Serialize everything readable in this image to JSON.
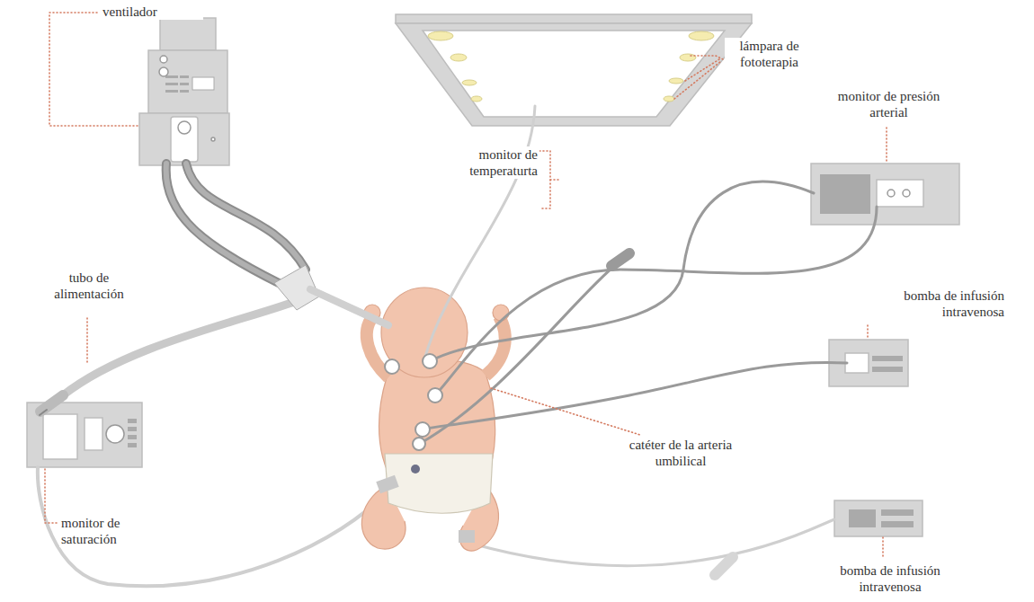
{
  "diagram": {
    "labels": [
      "ventilador",
      "lámpara de fototerapia",
      "monitor de presión arterial",
      "monitor de temperaturta",
      "tubo de alimentación",
      "bomba de infusión intravenosa",
      "catéter de la arteria umbilical",
      "monitor de saturación",
      "bomba de infusión intravenosa"
    ]
  }
}
